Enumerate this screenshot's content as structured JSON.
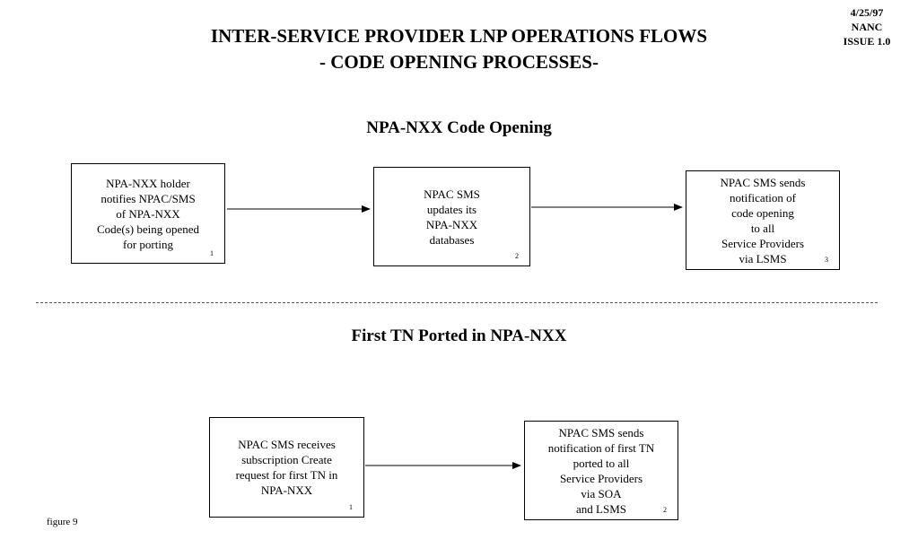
{
  "header": {
    "title_line1": "INTER-SERVICE PROVIDER LNP OPERATIONS FLOWS",
    "title_line2": "- CODE OPENING PROCESSES-",
    "meta_date": "4/25/97",
    "meta_org": "NANC",
    "meta_issue": "ISSUE 1.0"
  },
  "section1": {
    "title": "NPA-NXX Code Opening",
    "steps": [
      {
        "text": "NPA-NXX holder\nnotifies NPAC/SMS\nof NPA-NXX\nCode(s) being opened\nfor porting",
        "number": "1"
      },
      {
        "text": "NPAC SMS\nupdates its\nNPA-NXX\ndatabases",
        "number": "2"
      },
      {
        "text": "NPAC SMS sends\nnotification of\ncode opening\nto all\nService Providers\nvia LSMS",
        "number": "3"
      }
    ]
  },
  "section2": {
    "title": "First TN Ported in NPA-NXX",
    "steps": [
      {
        "text": "NPAC SMS receives\nsubscription Create\nrequest for first TN in\nNPA-NXX",
        "number": "1"
      },
      {
        "text": "NPAC SMS sends\nnotification of first TN\nported to all\nService Providers\nvia SOA\nand LSMS",
        "number": "2"
      }
    ]
  },
  "footer": {
    "figure_label": "figure 9"
  }
}
